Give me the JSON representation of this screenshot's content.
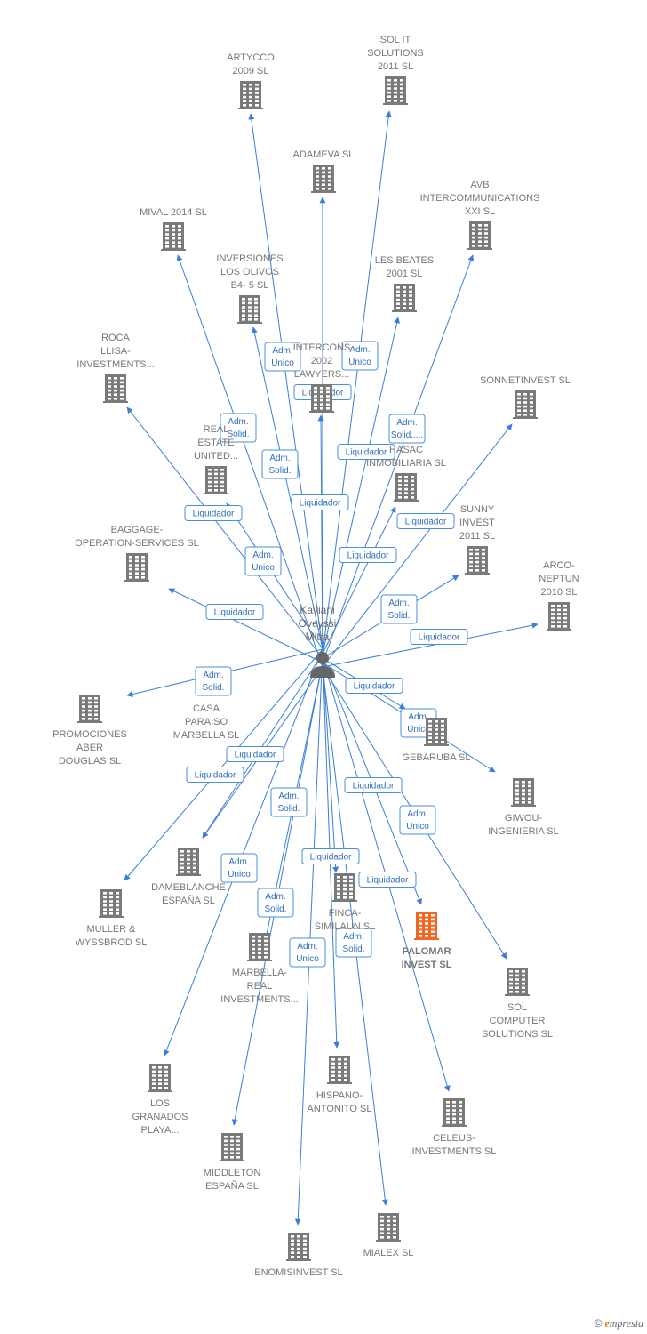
{
  "colors": {
    "edge": "#3a7fd5",
    "node": "#7a7a7a",
    "highlight": "#f26522",
    "person": "#666666"
  },
  "person": {
    "name_lines": [
      "Kaviani",
      "Oveyssi",
      "Mitra"
    ],
    "icon": "person-icon"
  },
  "nodes": [
    {
      "id": "artycco",
      "lines": [
        "ARTYCCO",
        "2009 SL"
      ],
      "icon": "building-icon"
    },
    {
      "id": "solit",
      "lines": [
        "SOL IT",
        "SOLUTIONS",
        "2011 SL"
      ],
      "icon": "building-icon"
    },
    {
      "id": "adameva",
      "lines": [
        "ADAMEVA SL"
      ],
      "icon": "building-icon"
    },
    {
      "id": "avb",
      "lines": [
        "AVB",
        "INTERCOMMUNICATIONS",
        "XXI SL"
      ],
      "icon": "building-icon"
    },
    {
      "id": "mival",
      "lines": [
        "MIVAL 2014  SL"
      ],
      "icon": "building-icon"
    },
    {
      "id": "inversiones",
      "lines": [
        "INVERSIONES",
        "LOS OLIVOS",
        "B4- 5  SL"
      ],
      "icon": "building-icon"
    },
    {
      "id": "lesbeates",
      "lines": [
        "LES BEATES",
        "2001  SL"
      ],
      "icon": "building-icon"
    },
    {
      "id": "roca",
      "lines": [
        "ROCA",
        "LLISA-",
        "INVESTMENTS..."
      ],
      "icon": "building-icon"
    },
    {
      "id": "intercons",
      "lines": [
        "INTERCONS",
        "2002",
        "LAWYERS..."
      ],
      "icon": "building-icon"
    },
    {
      "id": "sonnet",
      "lines": [
        "SONNETINVEST SL"
      ],
      "icon": "building-icon"
    },
    {
      "id": "realestate",
      "lines": [
        "REAL",
        "ESTATE",
        "UNITED..."
      ],
      "icon": "building-icon"
    },
    {
      "id": "hasac",
      "lines": [
        "HASAC",
        "INMOBILIARIA SL"
      ],
      "icon": "building-icon"
    },
    {
      "id": "sunny",
      "lines": [
        "SUNNY",
        "INVEST",
        "2011 SL"
      ],
      "icon": "building-icon"
    },
    {
      "id": "baggage",
      "lines": [
        "BAGGAGE-",
        "OPERATION-SERVICES SL"
      ],
      "icon": "building-icon"
    },
    {
      "id": "arco",
      "lines": [
        "ARCO-",
        "NEPTUN",
        "2010 SL"
      ],
      "icon": "building-icon"
    },
    {
      "id": "promociones",
      "lines": [
        "PROMOCIONES",
        "ABER",
        "DOUGLAS SL"
      ],
      "icon": "building-icon"
    },
    {
      "id": "casaparaiso",
      "lines": [
        "CASA",
        "PARAISO",
        "MARBELLA SL"
      ],
      "icon": "building-icon"
    },
    {
      "id": "gebaruba",
      "lines": [
        "GEBARUBA SL"
      ],
      "icon": "building-icon"
    },
    {
      "id": "giwou",
      "lines": [
        "GIWOU-",
        "INGENIERIA SL"
      ],
      "icon": "building-icon"
    },
    {
      "id": "dameblanche",
      "lines": [
        "DAMEBLANCHE",
        "ESPAÑA SL"
      ],
      "icon": "building-icon"
    },
    {
      "id": "muller",
      "lines": [
        "MULLER &",
        "WYSSBROD SL"
      ],
      "icon": "building-icon"
    },
    {
      "id": "finca",
      "lines": [
        "FINCA-",
        "SIMILAUN SL"
      ],
      "icon": "building-icon"
    },
    {
      "id": "palomar",
      "lines": [
        "PALOMAR",
        "INVEST  SL"
      ],
      "icon": "building-icon",
      "highlight": true
    },
    {
      "id": "marbellareal",
      "lines": [
        "MARBELLA-",
        "REAL",
        "INVESTMENTS..."
      ],
      "icon": "building-icon"
    },
    {
      "id": "solcomputer",
      "lines": [
        "SOL",
        "COMPUTER",
        "SOLUTIONS SL"
      ],
      "icon": "building-icon"
    },
    {
      "id": "losgranados",
      "lines": [
        "LOS",
        "GRANADOS",
        "PLAYA..."
      ],
      "icon": "building-icon"
    },
    {
      "id": "hispano",
      "lines": [
        "HISPANO-",
        "ANTONITO  SL"
      ],
      "icon": "building-icon"
    },
    {
      "id": "celeus",
      "lines": [
        "CELEUS-",
        "INVESTMENTS SL"
      ],
      "icon": "building-icon"
    },
    {
      "id": "middleton",
      "lines": [
        "MIDDLETON",
        "ESPAÑA SL"
      ],
      "icon": "building-icon"
    },
    {
      "id": "mialex",
      "lines": [
        "MIALEX SL"
      ],
      "icon": "building-icon"
    },
    {
      "id": "enomis",
      "lines": [
        "ENOMISINVEST SL"
      ],
      "icon": "building-icon"
    }
  ],
  "edges": [
    {
      "to": "artycco",
      "label": [
        "Adm.",
        "Unico"
      ]
    },
    {
      "to": "solit",
      "label": [
        "Adm.",
        "Unico"
      ]
    },
    {
      "to": "adameva",
      "label": [
        "Liquidador"
      ]
    },
    {
      "to": "avb",
      "label": [
        "Adm.",
        "Solid....."
      ]
    },
    {
      "to": "mival",
      "label": [
        "Adm.",
        "Solid."
      ]
    },
    {
      "to": "inversiones",
      "label": [
        "Adm.",
        "Solid."
      ]
    },
    {
      "to": "lesbeates",
      "label": [
        "Liquidador"
      ]
    },
    {
      "to": "roca",
      "label": [
        "Liquidador"
      ]
    },
    {
      "to": "intercons",
      "label": [
        "Liquidador"
      ]
    },
    {
      "to": "sonnet",
      "label": [
        "Liquidador"
      ]
    },
    {
      "to": "realestate",
      "label": [
        "Adm.",
        "Unico"
      ]
    },
    {
      "to": "hasac",
      "label": [
        "Liquidador"
      ]
    },
    {
      "to": "sunny",
      "label": [
        "Adm.",
        "Solid."
      ]
    },
    {
      "to": "baggage",
      "label": [
        "Liquidador"
      ]
    },
    {
      "to": "arco",
      "label": [
        "Liquidador"
      ]
    },
    {
      "to": "promociones",
      "label": [
        "Adm.",
        "Solid."
      ]
    },
    {
      "to": "casaparaiso",
      "label": [
        "Liquidador"
      ]
    },
    {
      "to": "gebaruba",
      "label": [
        "Liquidador"
      ]
    },
    {
      "to": "giwou",
      "label": [
        "Adm.",
        "Unico"
      ]
    },
    {
      "to": "dameblanche",
      "label": [
        "Liquidador"
      ]
    },
    {
      "to": "muller",
      "label": [
        "Liquidador"
      ]
    },
    {
      "to": "finca",
      "label": [
        "Liquidador"
      ]
    },
    {
      "to": "palomar",
      "label": [
        "Liquidador"
      ]
    },
    {
      "to": "marbellareal",
      "label": [
        "Adm.",
        "Solid."
      ]
    },
    {
      "to": "solcomputer",
      "label": [
        "Adm.",
        "Unico"
      ]
    },
    {
      "to": "losgranados",
      "label": [
        "Adm.",
        "Unico"
      ]
    },
    {
      "to": "hispano",
      "label": [
        "Liquidador"
      ]
    },
    {
      "to": "celeus",
      "label": [
        "Liquidador"
      ]
    },
    {
      "to": "middleton",
      "label": [
        "Adm.",
        "Solid."
      ]
    },
    {
      "to": "mialex",
      "label": [
        "Adm.",
        "Solid."
      ]
    },
    {
      "to": "enomis",
      "label": [
        "Adm.",
        "Unico"
      ]
    }
  ],
  "watermark": {
    "copyright": "©",
    "brand_initial": "e",
    "brand_rest": "mpresia"
  }
}
